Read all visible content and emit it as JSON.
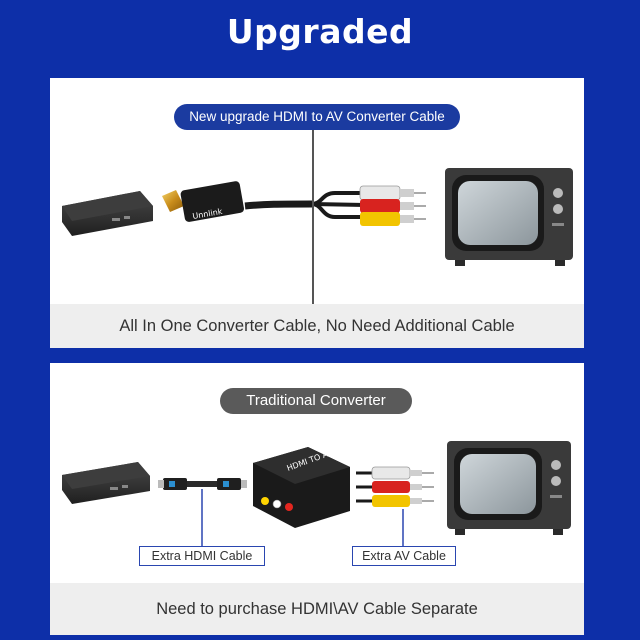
{
  "title": "Upgraded",
  "top_panel": {
    "pill": "New upgrade HDMI to AV Converter Cable",
    "brand": "Unnlink",
    "caption": "All In One Converter Cable, No Need Additional Cable"
  },
  "bottom_panel": {
    "pill": "Traditional Converter",
    "converter_text": "HDMI TO AV",
    "label_hdmi": "Extra HDMI Cable",
    "label_av": "Extra AV Cable",
    "caption": "Need to purchase HDMI\\AV Cable Separate"
  },
  "colors": {
    "background": "#0d2fa8",
    "pill_top": "#1b3ba0",
    "pill_bottom": "#5a5a5a",
    "rca_white": "#e8e8e8",
    "rca_red": "#d8231f",
    "rca_yellow": "#f2c400",
    "hdmi_gold": "#d4a32a",
    "tv_body": "#3a3a3a"
  }
}
